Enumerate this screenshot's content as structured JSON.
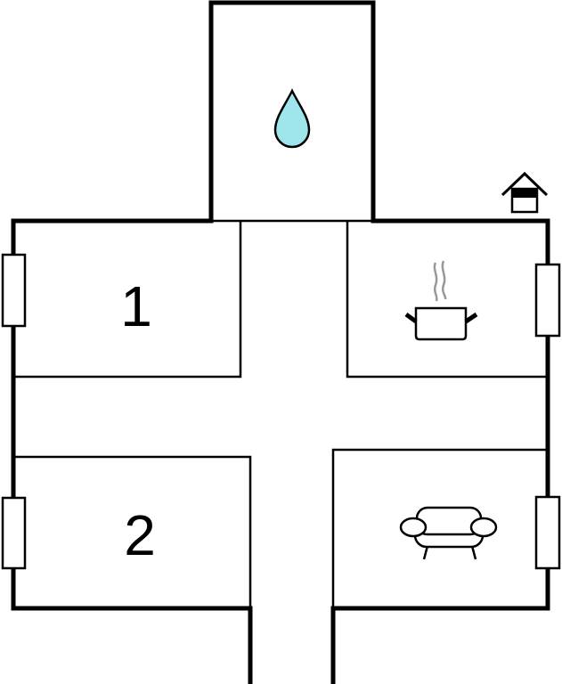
{
  "floorplan": {
    "rooms": [
      {
        "label": "1",
        "type": "bedroom"
      },
      {
        "label": "2",
        "type": "bedroom"
      },
      {
        "label": "",
        "type": "kitchen",
        "icon": "cooking-pot-icon"
      },
      {
        "label": "",
        "type": "living-room",
        "icon": "armchair-icon"
      },
      {
        "label": "",
        "type": "bathroom",
        "icon": "water-drop-icon"
      }
    ],
    "entrance_icon": "house-entrance-icon",
    "colors": {
      "wall": "#000000",
      "water": "#9ee6ec",
      "steam": "#999999"
    }
  }
}
